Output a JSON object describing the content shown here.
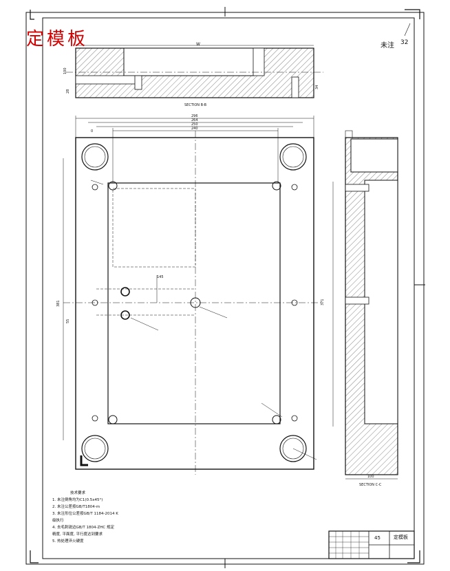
{
  "title": "定模板",
  "roughness": {
    "label": "未注",
    "value": "32"
  },
  "sections": {
    "bb": "SECTION B-B",
    "cc": "SECTION C-C"
  },
  "dims": {
    "top_w": "W",
    "d100": "100",
    "d28": "28",
    "d34": "34",
    "w1": "296",
    "w2": "264",
    "w3": "250",
    "w4": "240",
    "d0": "0",
    "d145": "145",
    "d55": "55",
    "left_h": "381",
    "side_w": "100",
    "r_h": "371"
  },
  "notes": {
    "heading": "技术要求",
    "items": [
      "1. 未注倒角均为C1(0.5x45°)",
      "2. 未注公差按GB/T1804-m",
      "3. 未注形位公差按GB/T 1184-2014 K",
      "   级执行",
      "4. 去毛刺锐边GB/T 1804-ZHC 规定",
      "   精度, 平面度, 平行度达到要求",
      "5. 热处理淬火硬度"
    ]
  },
  "title_block": {
    "cell1": "45",
    "cell2": "定模板"
  }
}
